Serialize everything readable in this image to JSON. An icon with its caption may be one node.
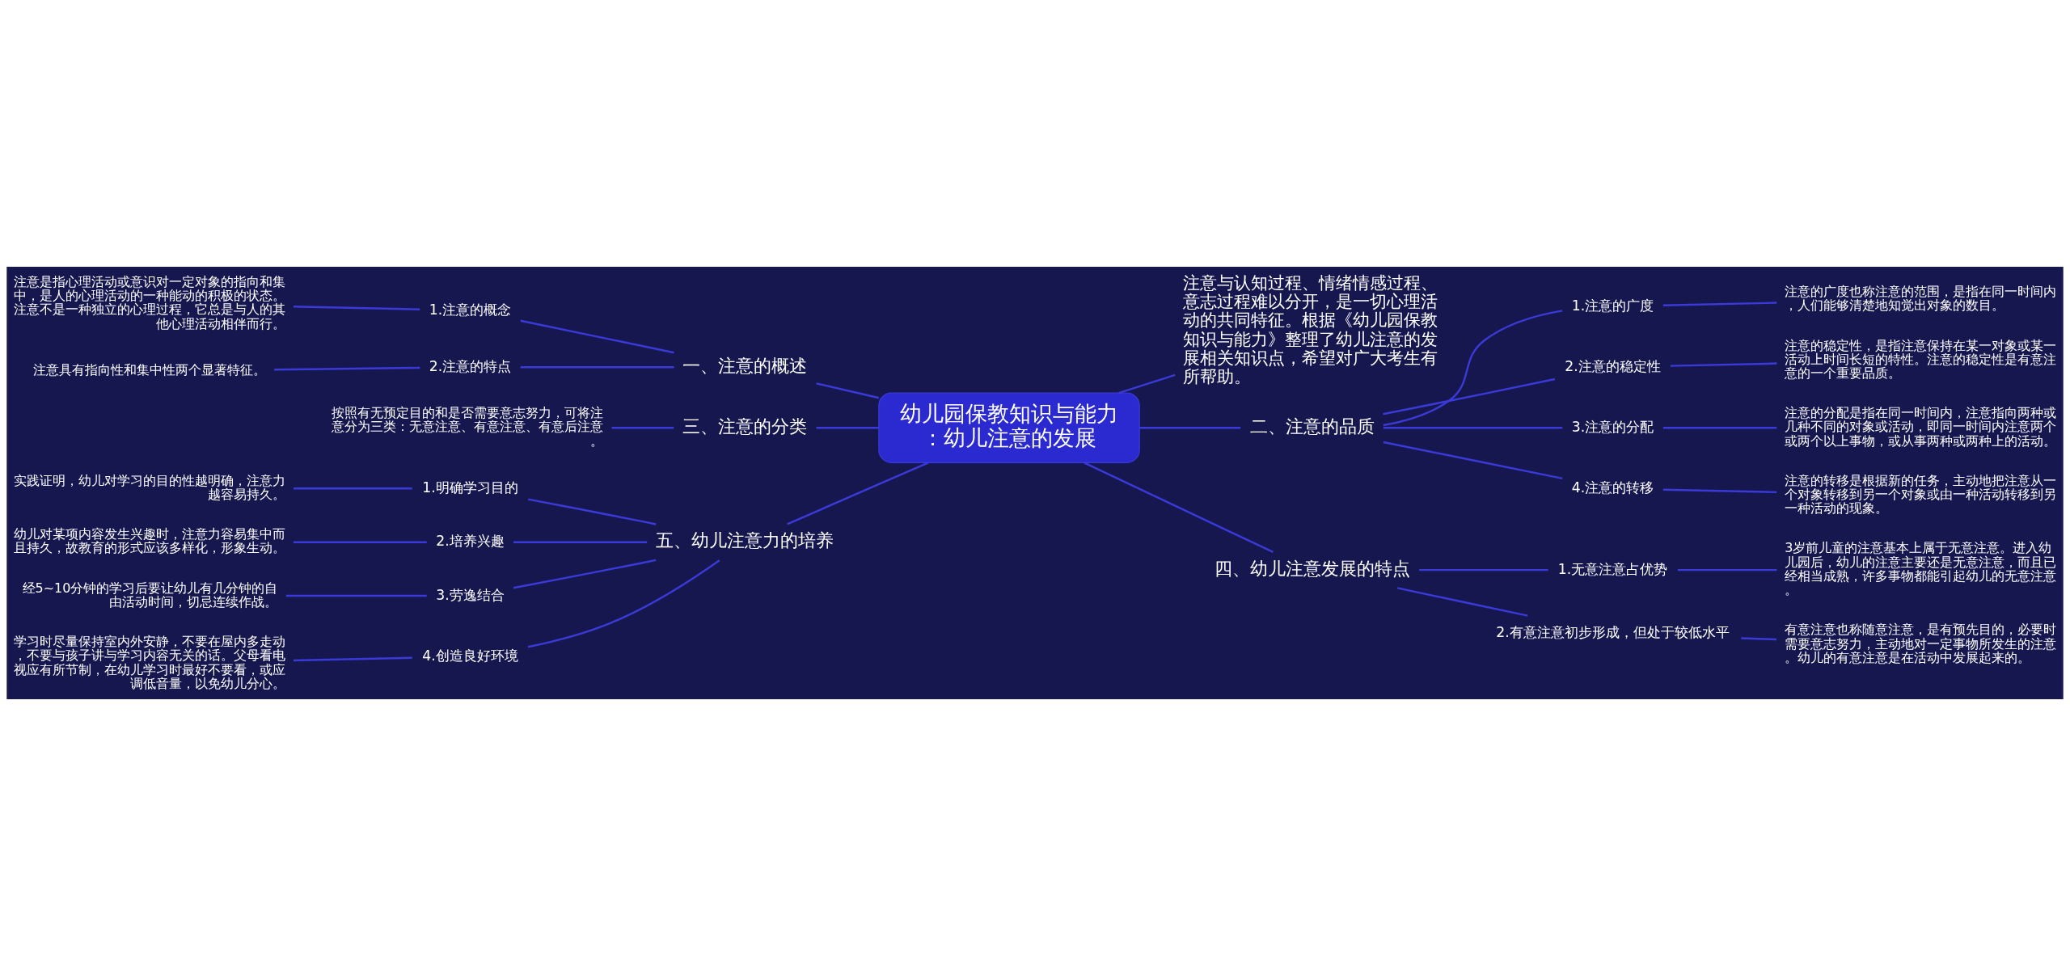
{
  "diagram": {
    "nodes": [
      {
        "text": [
          "幼儿园保教知识与能力：幼儿注意的发展"
        ]
      },
      {
        "text": [
          "注意与认知过程、情绪情感过程、意志过程难以分开，是一切心理活动的共同特征。根据《幼儿园保教知识与能力》整理了幼儿注意的发展相关知识点，希望对广大考生有所帮助。"
        ]
      },
      {
        "text": [
          "二、注意的品质"
        ]
      },
      {
        "text": [
          "1.注意的广度"
        ]
      },
      {
        "text": [
          "注意的广度也称注意的范围，是指在同一时间内，人们能够清楚地知觉出对象的数目。"
        ]
      },
      {
        "text": [
          "2.注意的稳定性"
        ]
      },
      {
        "text": [
          "注意的稳定性，是指注意保持在某一对象或某一活动上时间长短的特性。注意的稳定性是有意注意的一个重要品质。"
        ]
      },
      {
        "text": [
          "3.注意的分配"
        ]
      },
      {
        "text": [
          "注意的分配是指在同一时间内，注意指向两种或几种不同的对象或活动，即同一时间内注意两个或两个以上事物，或从事两种或两种上的活动。"
        ]
      },
      {
        "text": [
          "4.注意的转移"
        ]
      },
      {
        "text": [
          "注意的转移是根据新的任务，主动地把注意从一个对象转移到另一个对象或由一种活动转移到另一种活动的现象。"
        ]
      },
      {
        "text": [
          "四、幼儿注意发展的特点"
        ]
      },
      {
        "text": [
          "1.无意注意占优势"
        ]
      },
      {
        "text": [
          "3岁前儿童的注意基本上属于无意注意。进入幼儿园后，幼儿的注意主要还是无意注意，而且已经相当成熟，许多事物都能引起幼儿的无意注意。"
        ]
      },
      {
        "text": [
          "2.有意注意初步形成，但处于较低水平"
        ]
      },
      {
        "text": [
          "有意注意也称随意注意，是有预先目的，必要时需要意志努力，主动地对一定事物所发生的注意。幼儿的有意注意是在活动中发展起来的。"
        ]
      },
      {
        "text": [
          "一、注意的概述"
        ]
      },
      {
        "text": [
          "1.注意的概念"
        ]
      },
      {
        "text": [
          "注意是指心理活动或意识对一定对象的指向和集中，是人的心理活动的一种能动的积极的状态。注意不是一种独立的心理过程，它总是与人的其他心理活动相伴而行。"
        ]
      },
      {
        "text": [
          "2.注意的特点"
        ]
      },
      {
        "text": [
          "注意具有指向性和集中性两个显著特征。"
        ]
      },
      {
        "text": [
          "三、注意的分类"
        ]
      },
      {
        "text": [
          "按照有无预定目的和是否需要意志努力，可将注意分为三类：无意注意、有意注意、有意后注意。"
        ]
      },
      {
        "text": [
          "五、幼儿注意力的培养"
        ]
      },
      {
        "text": [
          "1.明确学习目的"
        ]
      },
      {
        "text": [
          "实践证明，幼儿对学习的目的性越明确，注意力越容易持久。"
        ]
      },
      {
        "text": [
          "2.培养兴趣"
        ]
      },
      {
        "text": [
          "幼儿对某项内容发生兴趣时，注意力容易集中而且持久，故教育的形式应该多样化，形象生动。"
        ]
      },
      {
        "text": [
          "3.劳逸结合"
        ]
      },
      {
        "text": [
          "经5~10分钟的学习后要让幼儿有几分钟的自由活动时间，切忌连续作战。"
        ]
      },
      {
        "text": [
          "4.创造良好环境"
        ]
      },
      {
        "text": [
          "学习时尽量保持室内外安静，不要在屋内多走动，不要与孩子讲与学习内容无关的话。父母看电视应有所节制，在幼儿学习时最好不要看，或应调低音量，以免幼儿分心。"
        ]
      }
    ],
    "edges": [
      {
        "from": 0,
        "to": 1,
        "arrow": "none"
      },
      {
        "from": 0,
        "to": 2,
        "arrow": "none"
      },
      {
        "from": 2,
        "to": 3,
        "arrow": "none"
      },
      {
        "from": 3,
        "to": 4,
        "arrow": "none"
      },
      {
        "from": 2,
        "to": 5,
        "arrow": "none"
      },
      {
        "from": 5,
        "to": 6,
        "arrow": "none"
      },
      {
        "from": 2,
        "to": 7,
        "arrow": "none"
      },
      {
        "from": 7,
        "to": 8,
        "arrow": "none"
      },
      {
        "from": 2,
        "to": 9,
        "arrow": "none"
      },
      {
        "from": 9,
        "to": 10,
        "arrow": "none"
      },
      {
        "from": 0,
        "to": 11,
        "arrow": "none"
      },
      {
        "from": 11,
        "to": 12,
        "arrow": "none"
      },
      {
        "from": 12,
        "to": 13,
        "arrow": "none"
      },
      {
        "from": 11,
        "to": 14,
        "arrow": "none"
      },
      {
        "from": 14,
        "to": 15,
        "arrow": "none"
      },
      {
        "from": 0,
        "to": 16,
        "arrow": "none"
      },
      {
        "from": 16,
        "to": 17,
        "arrow": "none"
      },
      {
        "from": 17,
        "to": 18,
        "arrow": "none"
      },
      {
        "from": 16,
        "to": 19,
        "arrow": "none"
      },
      {
        "from": 19,
        "to": 20,
        "arrow": "none"
      },
      {
        "from": 0,
        "to": 21,
        "arrow": "none"
      },
      {
        "from": 21,
        "to": 22,
        "arrow": "none"
      },
      {
        "from": 0,
        "to": 23,
        "arrow": "none"
      },
      {
        "from": 23,
        "to": 24,
        "arrow": "none"
      },
      {
        "from": 24,
        "to": 25,
        "arrow": "none"
      },
      {
        "from": 23,
        "to": 26,
        "arrow": "none"
      },
      {
        "from": 26,
        "to": 27,
        "arrow": "none"
      },
      {
        "from": 23,
        "to": 28,
        "arrow": "none"
      },
      {
        "from": 28,
        "to": 29,
        "arrow": "none"
      },
      {
        "from": 23,
        "to": 30,
        "arrow": "none"
      },
      {
        "from": 30,
        "to": 31,
        "arrow": "none"
      }
    ]
  }
}
